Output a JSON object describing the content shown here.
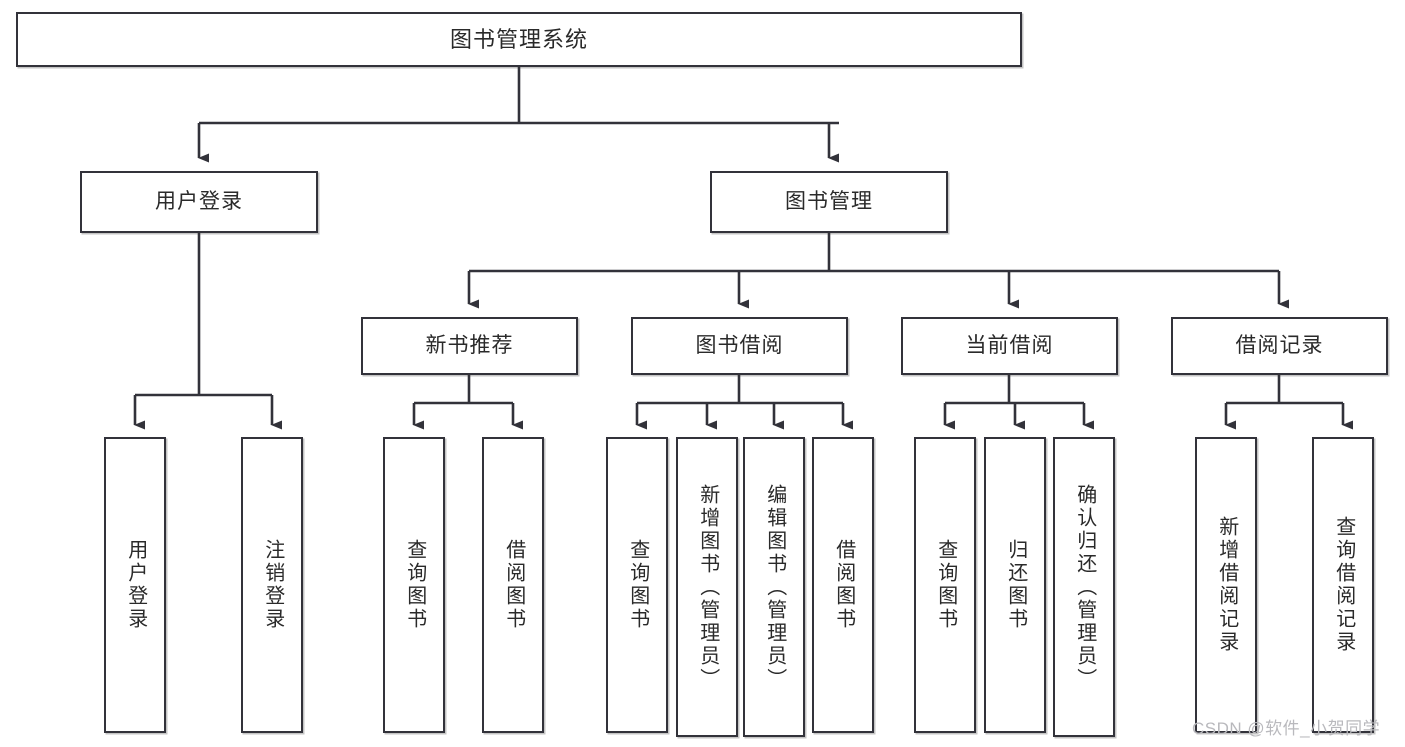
{
  "diagram": {
    "title": "图书管理系统",
    "watermark": "CSDN @软件_小贺同学",
    "colors": {
      "stroke": "#32323a",
      "fill": "#ffffff",
      "text": "#2a2a2a",
      "watermark": "#b9b9bd"
    },
    "nodes": {
      "root": {
        "label": "图书管理系统"
      },
      "level2": [
        {
          "label": "用户登录"
        },
        {
          "label": "图书管理"
        }
      ],
      "level3": [
        {
          "label": "新书推荐"
        },
        {
          "label": "图书借阅"
        },
        {
          "label": "当前借阅"
        },
        {
          "label": "借阅记录"
        }
      ],
      "leaves_user_login": [
        {
          "label": "用户登录"
        },
        {
          "label": "注销登录"
        }
      ],
      "leaves_new_books": [
        {
          "label": "查询图书"
        },
        {
          "label": "借阅图书"
        }
      ],
      "leaves_borrow": [
        {
          "label": "查询图书"
        },
        {
          "label": "新增图书（管理员）"
        },
        {
          "label": "编辑图书（管理员）"
        },
        {
          "label": "借阅图书"
        }
      ],
      "leaves_current": [
        {
          "label": "查询图书"
        },
        {
          "label": "归还图书"
        },
        {
          "label": "确认归还（管理员）"
        }
      ],
      "leaves_records": [
        {
          "label": "新增借阅记录"
        },
        {
          "label": "查询借阅记录"
        }
      ]
    }
  }
}
